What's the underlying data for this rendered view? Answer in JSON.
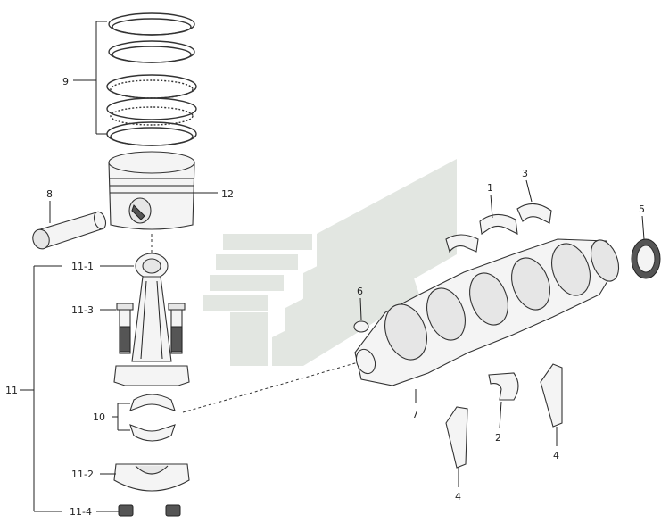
{
  "labels": {
    "l1": "1",
    "l2": "2",
    "l3": "3",
    "l4a": "4",
    "l4b": "4",
    "l5": "5",
    "l6": "6",
    "l7": "7",
    "l8": "8",
    "l9": "9",
    "l10": "10",
    "l11": "11",
    "l11_1": "11-1",
    "l11_2": "11-2",
    "l11_3": "11-3",
    "l11_4": "11-4",
    "l12": "12"
  },
  "colors": {
    "line": "#222222",
    "watermark": "#d9ded8",
    "part_fill": "#f4f4f4"
  },
  "icons": {
    "watermark": "stylized-logo-watermark"
  }
}
